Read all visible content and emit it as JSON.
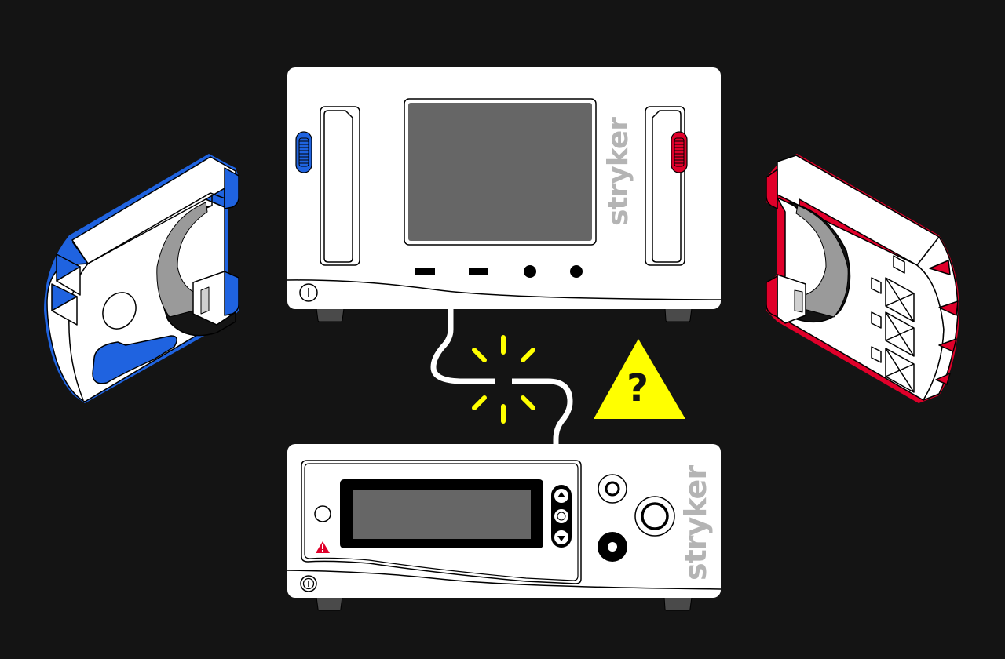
{
  "scene": {
    "description": "Stryker console connected by a broken cable to a second console; detachable handpiece modules on each side",
    "background": "#141414"
  },
  "colors": {
    "device_body": "#ffffff",
    "outline": "#000000",
    "screen": "#666666",
    "logo": "#b4b4b4",
    "accent_blue": "#1f63e0",
    "accent_red": "#e0002a",
    "warning_yellow": "#ffff00",
    "alert_red": "#e0002a",
    "feet": "#4a4a4a"
  },
  "top_console": {
    "brand": "stryker",
    "left_port_color": "blue",
    "right_port_color": "red",
    "buttons": [
      "rect-button-1",
      "rect-button-2",
      "round-button-1",
      "round-button-2"
    ],
    "power_symbol": "I"
  },
  "bottom_console": {
    "brand": "stryker",
    "nav_buttons": [
      "up",
      "select",
      "down"
    ],
    "power_symbol": "I",
    "alert_icon": "warning-triangle"
  },
  "connection": {
    "status": "disconnected",
    "warning_symbol": "?"
  },
  "modules": {
    "left": {
      "accent": "blue"
    },
    "right": {
      "accent": "red"
    }
  }
}
